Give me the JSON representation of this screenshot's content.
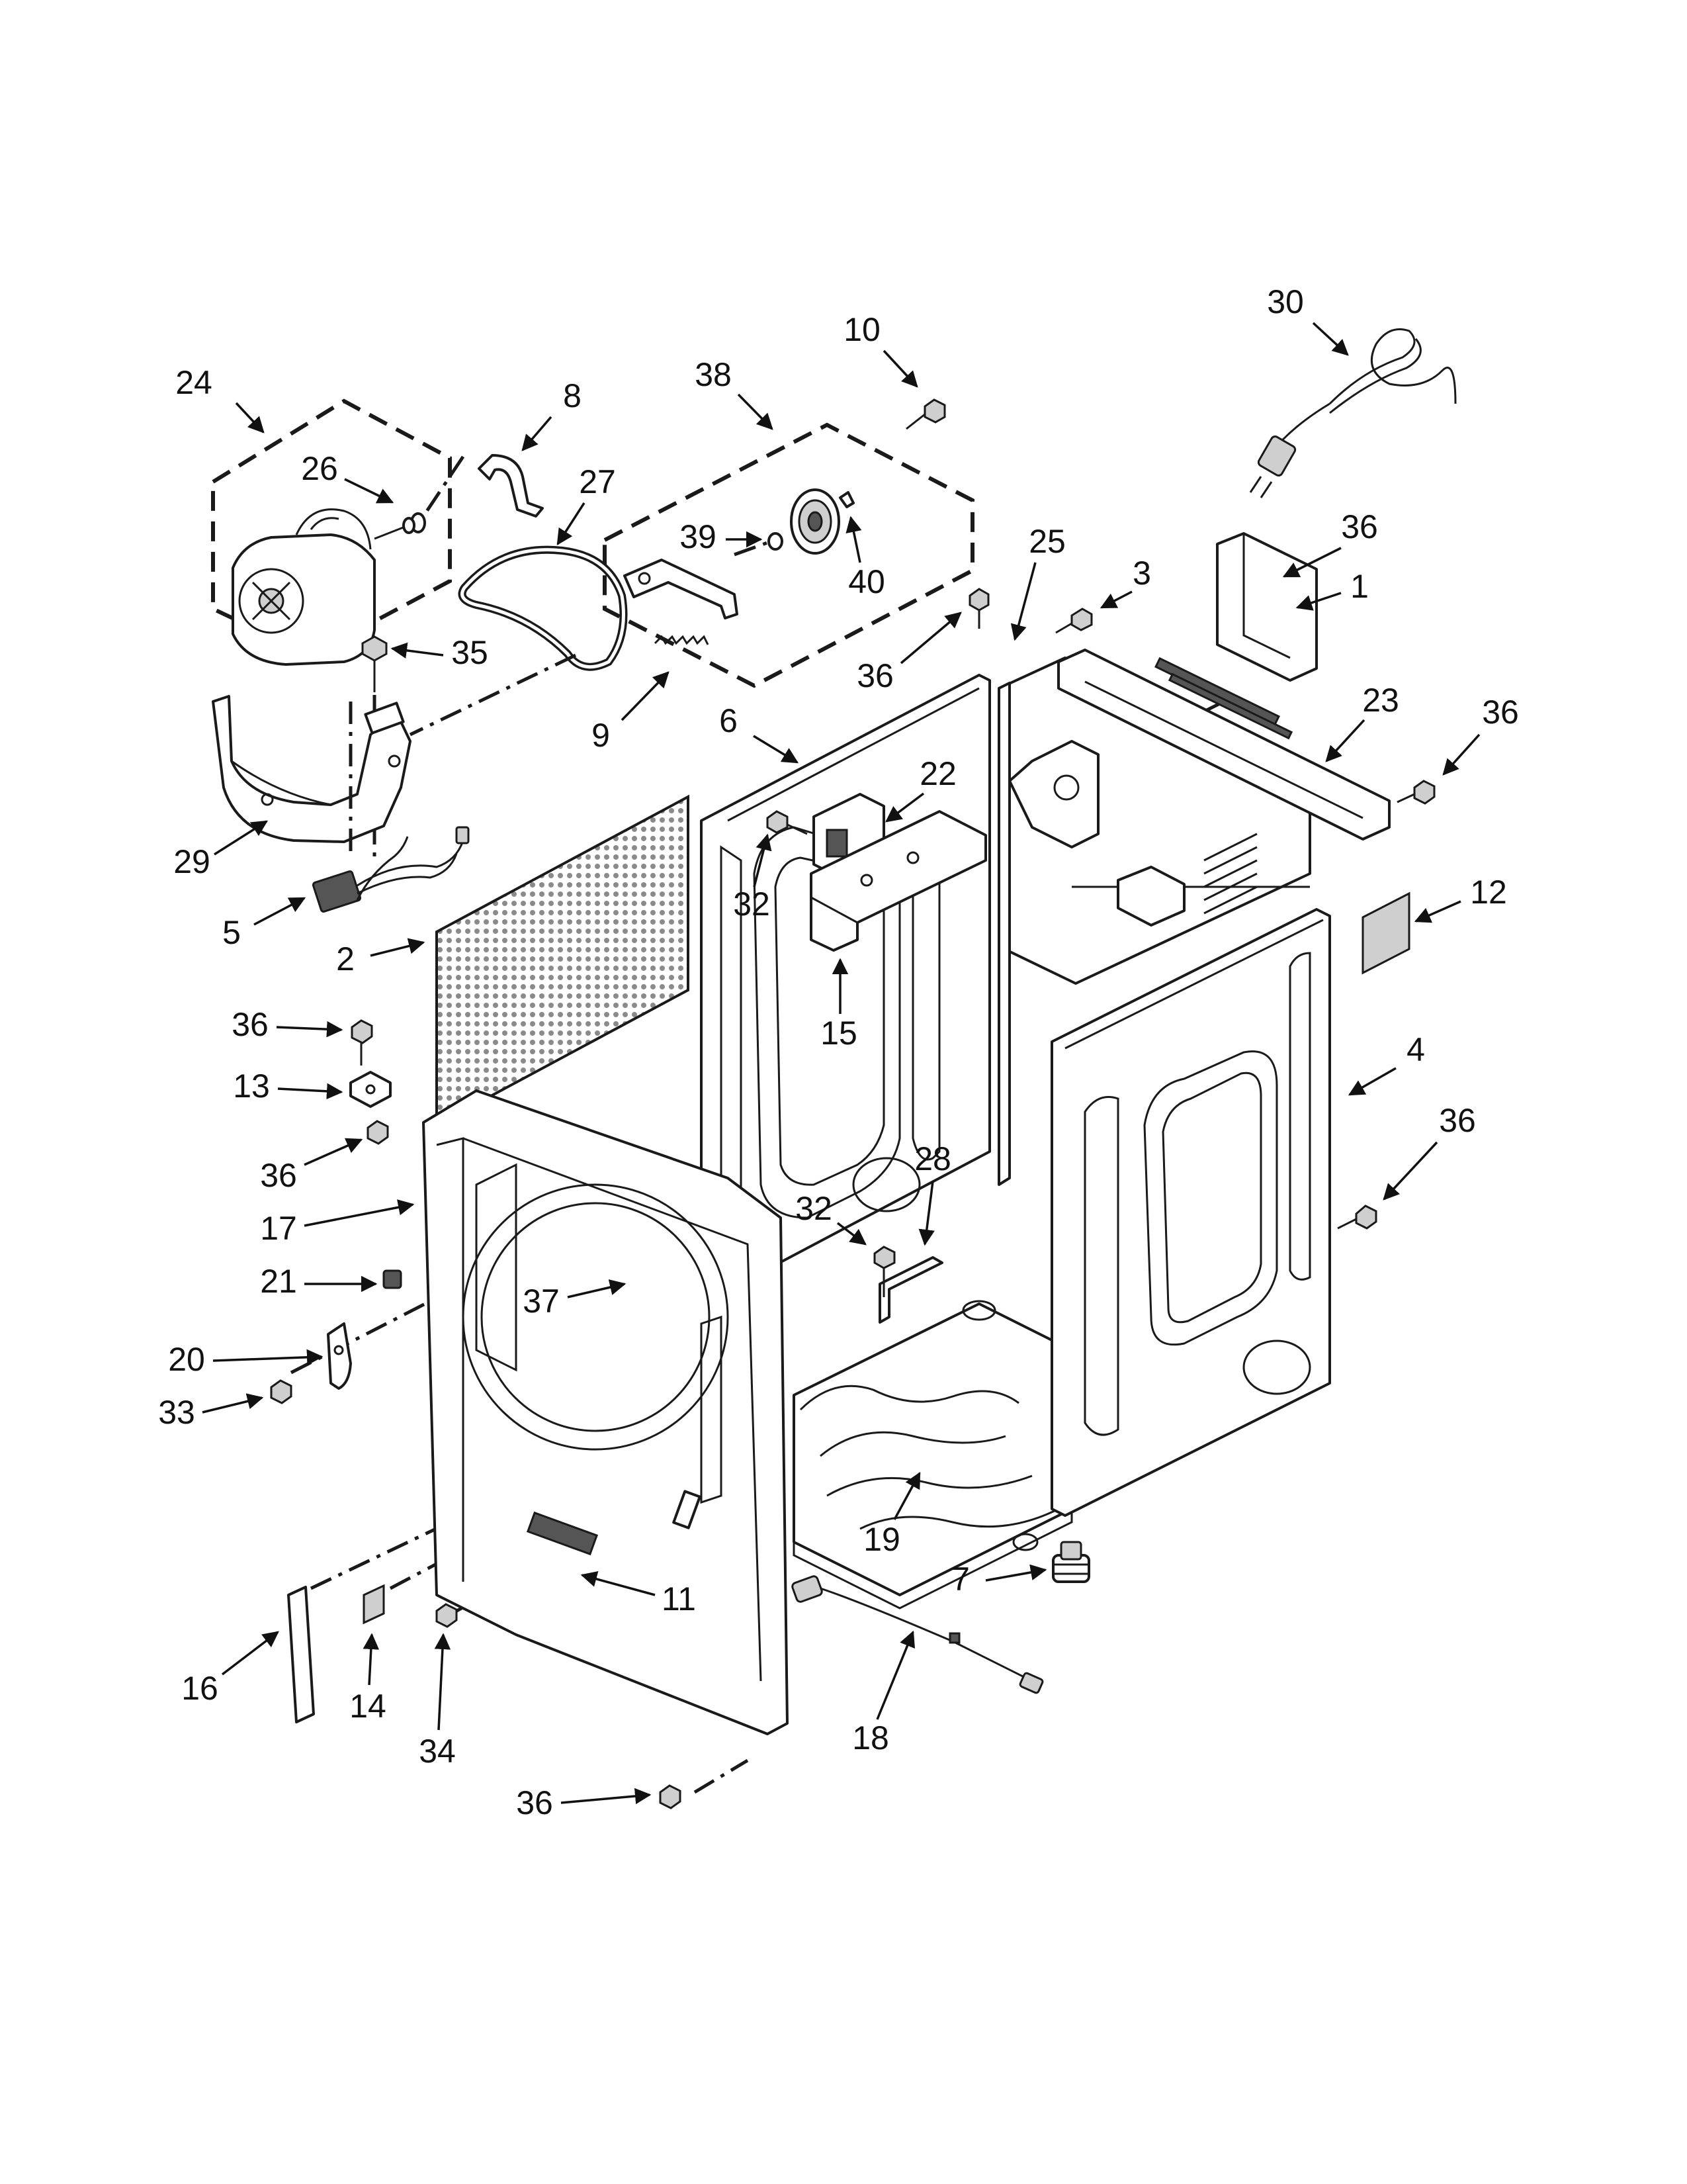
{
  "diagram": {
    "type": "exploded-parts-view",
    "callouts": [
      {
        "id": "c24",
        "label": "24"
      },
      {
        "id": "c8",
        "label": "8"
      },
      {
        "id": "c38",
        "label": "38"
      },
      {
        "id": "c10",
        "label": "10"
      },
      {
        "id": "c30",
        "label": "30"
      },
      {
        "id": "c26",
        "label": "26"
      },
      {
        "id": "c27",
        "label": "27"
      },
      {
        "id": "c39",
        "label": "39"
      },
      {
        "id": "c40",
        "label": "40"
      },
      {
        "id": "c25",
        "label": "25"
      },
      {
        "id": "c36a",
        "label": "36"
      },
      {
        "id": "c3",
        "label": "3"
      },
      {
        "id": "c1",
        "label": "1"
      },
      {
        "id": "c35",
        "label": "35"
      },
      {
        "id": "c36b",
        "label": "36"
      },
      {
        "id": "c9",
        "label": "9"
      },
      {
        "id": "c6",
        "label": "6"
      },
      {
        "id": "c23",
        "label": "23"
      },
      {
        "id": "c36c",
        "label": "36"
      },
      {
        "id": "c22",
        "label": "22"
      },
      {
        "id": "c29",
        "label": "29"
      },
      {
        "id": "c32a",
        "label": "32"
      },
      {
        "id": "c12",
        "label": "12"
      },
      {
        "id": "c5",
        "label": "5"
      },
      {
        "id": "c2",
        "label": "2"
      },
      {
        "id": "c15",
        "label": "15"
      },
      {
        "id": "c36d",
        "label": "36"
      },
      {
        "id": "c4",
        "label": "4"
      },
      {
        "id": "c13",
        "label": "13"
      },
      {
        "id": "c36e",
        "label": "36"
      },
      {
        "id": "c36f",
        "label": "36"
      },
      {
        "id": "c28",
        "label": "28"
      },
      {
        "id": "c17",
        "label": "17"
      },
      {
        "id": "c32b",
        "label": "32"
      },
      {
        "id": "c21",
        "label": "21"
      },
      {
        "id": "c37",
        "label": "37"
      },
      {
        "id": "c20",
        "label": "20"
      },
      {
        "id": "c33",
        "label": "33"
      },
      {
        "id": "c19",
        "label": "19"
      },
      {
        "id": "c7",
        "label": "7"
      },
      {
        "id": "c11",
        "label": "11"
      },
      {
        "id": "c16",
        "label": "16"
      },
      {
        "id": "c14",
        "label": "14"
      },
      {
        "id": "c34",
        "label": "34"
      },
      {
        "id": "c18",
        "label": "18"
      },
      {
        "id": "c36g",
        "label": "36"
      }
    ]
  },
  "colors": {
    "line": "#1a1a1a",
    "text": "#111111",
    "background": "#ffffff"
  }
}
